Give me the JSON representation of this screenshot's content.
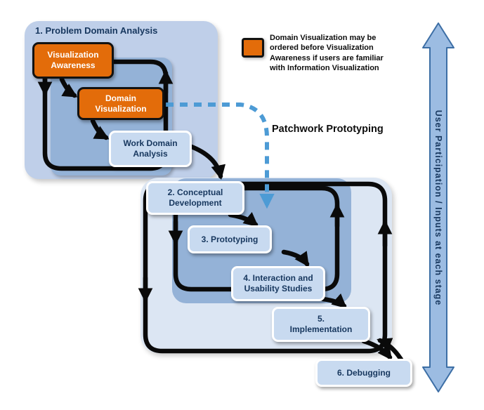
{
  "stage1": {
    "title": "1. Problem Domain Analysis",
    "visualization_awareness": "Visualization\nAwareness",
    "domain_visualization": "Domain\nVisualization",
    "work_domain_analysis": "Work Domain\nAnalysis"
  },
  "legend": {
    "note": "Domain Visualization may be\nordered before Visualization\nAwareness if users are familiar\nwith Information Visualization"
  },
  "labels": {
    "patchwork": "Patchwork Prototyping",
    "side_arrow": "User Participation / Inputs at each stage"
  },
  "stages": {
    "conceptual": "2. Conceptual\nDevelopment",
    "prototyping": "3. Prototyping",
    "interaction": "4. Interaction and\nUsability Studies",
    "implementation": "5.\nImplementation",
    "debugging": "6. Debugging"
  },
  "colors": {
    "orange": "#E36C0A",
    "container_light": "#BFCFE9",
    "container_lighter": "#DCE6F3",
    "container_medium": "#94B2D7",
    "box_fill": "#C8DAF0",
    "text_navy": "#17375E",
    "dashed_arrow_blue": "#4D9BD5",
    "side_arrow_fill": "#9CBCE2",
    "side_arrow_border": "#3C6EA5"
  }
}
